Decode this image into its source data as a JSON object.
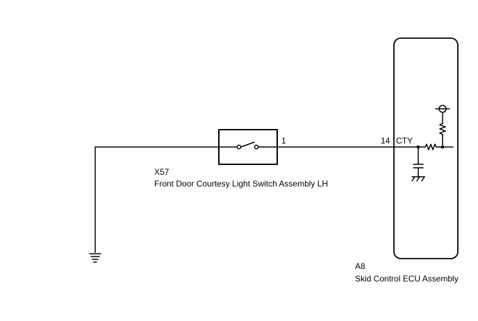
{
  "switch": {
    "code": "X57",
    "name": "Front Door Courtesy Light Switch Assembly LH",
    "pin": "1"
  },
  "ecu": {
    "code": "A8",
    "name": "Skid Control ECU Assembly",
    "pin": "14",
    "terminal": "CTY"
  },
  "symbols": [
    "ground-icon",
    "switch-icon",
    "resistor-icon",
    "capacitor-icon",
    "chassis-ground-icon",
    "power-supply-icon"
  ]
}
